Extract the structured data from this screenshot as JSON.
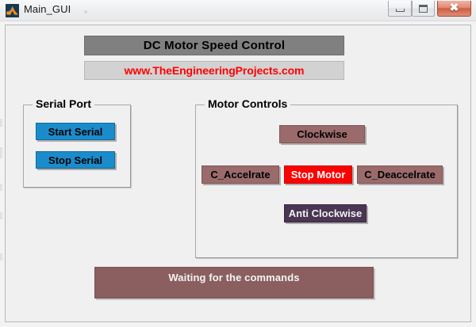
{
  "window": {
    "title": "Main_GUI",
    "icon": "matlab-icon",
    "controls": {
      "minimize_label": "–",
      "maximize_label": "□",
      "close_label": "✕"
    }
  },
  "banners": {
    "title": "DC Motor Speed Control",
    "url": "www.TheEngineeringProjects.com"
  },
  "panels": {
    "serial": {
      "label": "Serial Port",
      "buttons": [
        {
          "id": "start-serial",
          "label": "Start Serial",
          "color": "#1a8ccc",
          "text_color": "#000000"
        },
        {
          "id": "stop-serial",
          "label": "Stop Serial",
          "color": "#1a8ccc",
          "text_color": "#000000"
        }
      ]
    },
    "motor": {
      "label": "Motor Controls",
      "buttons": [
        {
          "id": "clockwise",
          "label": "Clockwise",
          "color": "#9b6b6b",
          "text_color": "#000000"
        },
        {
          "id": "accelerate",
          "label": "C_Accelrate",
          "color": "#9b6b6b",
          "text_color": "#000000"
        },
        {
          "id": "stop-motor",
          "label": "Stop Motor",
          "color": "#ff0000",
          "text_color": "#ffffff"
        },
        {
          "id": "deaccelerate",
          "label": "C_Deaccelrate",
          "color": "#9b6b6b",
          "text_color": "#000000"
        },
        {
          "id": "anti-clockwise",
          "label": "Anti Clockwise",
          "color": "#4a3553",
          "text_color": "#f2f2f2"
        }
      ]
    }
  },
  "status": {
    "text": "Waiting for the commands",
    "background": "#8b5f5f",
    "text_color": "#f4f4f4"
  }
}
